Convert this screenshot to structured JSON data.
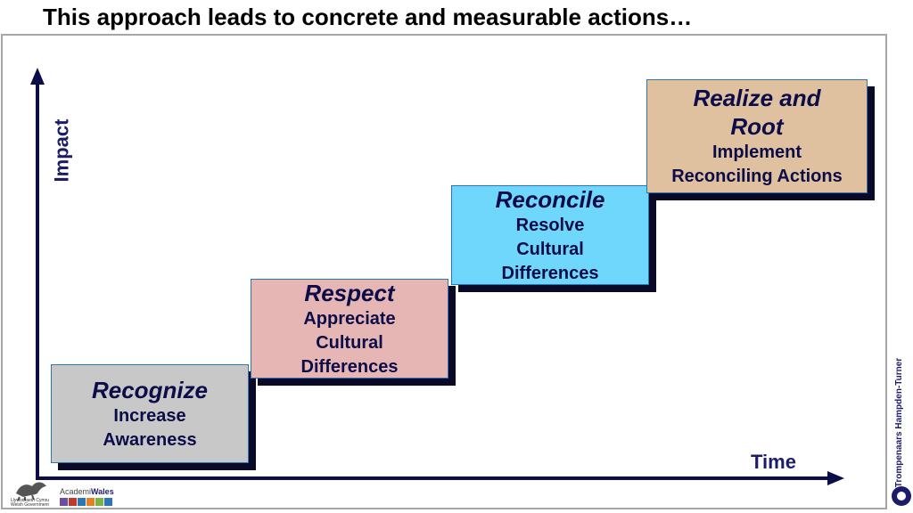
{
  "title": "This approach leads to concrete and measurable actions…",
  "axes": {
    "y_label": "Impact",
    "x_label": "Time"
  },
  "steps": [
    {
      "heading": "Recognize",
      "lines": [
        "Increase",
        "Awareness"
      ],
      "color": "#c8c8c8"
    },
    {
      "heading": "Respect",
      "lines": [
        "Appreciate",
        "Cultural",
        "Differences"
      ],
      "color": "#e6b6b4"
    },
    {
      "heading": "Reconcile",
      "lines": [
        "Resolve",
        "Cultural",
        "Differences"
      ],
      "color": "#6fd7fb"
    },
    {
      "heading_lines": [
        "Realize and",
        "Root"
      ],
      "lines": [
        "Implement",
        "Reconciling Actions"
      ],
      "color": "#dfc1a0"
    }
  ],
  "branding": {
    "right": "Trompenaars Hampden-Turner",
    "welsh_gov": [
      "Llywodraeth Cymru",
      "Welsh Government"
    ],
    "academi_prefix": "Academi",
    "academi_suffix": "Wales"
  },
  "colors": {
    "axis": "#0c0c48",
    "accent": "#2e75b6"
  }
}
